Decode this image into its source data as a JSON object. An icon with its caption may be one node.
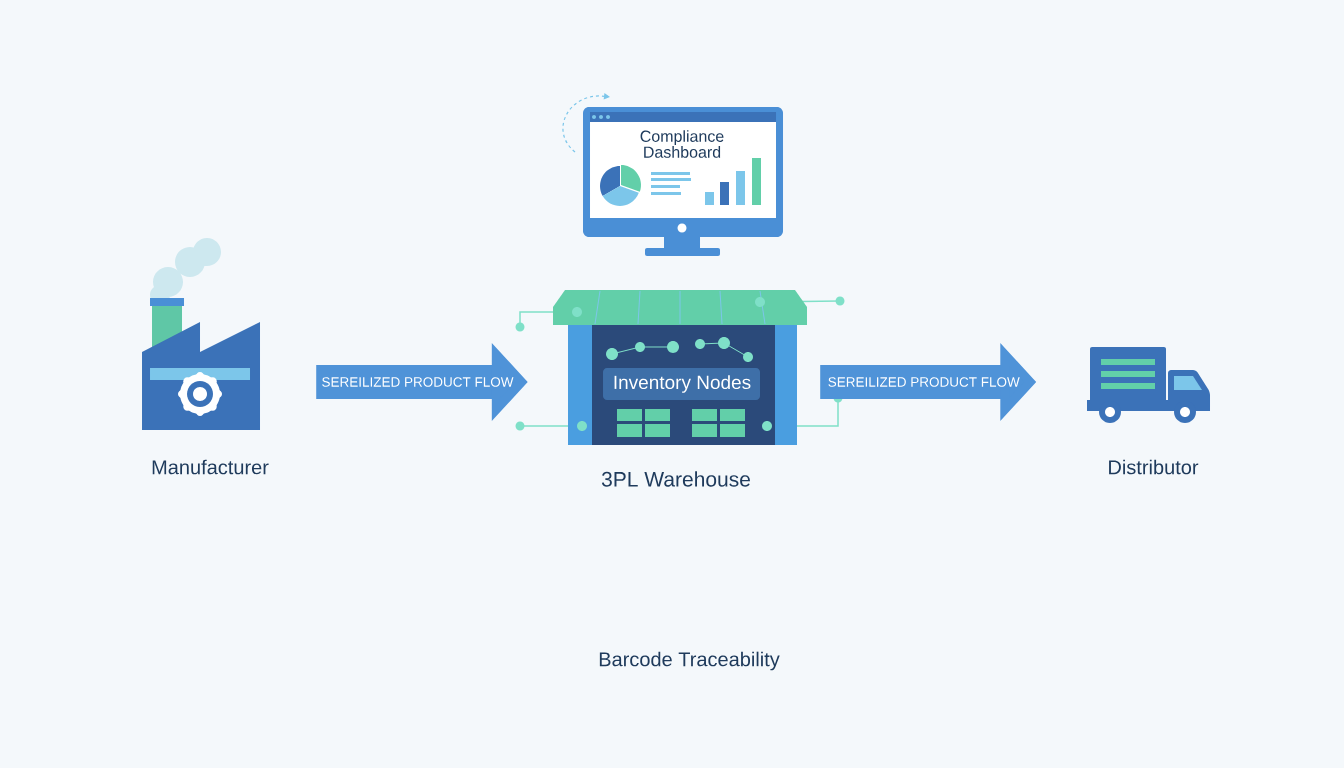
{
  "diagram": {
    "nodes": [
      {
        "text": [
          "Manufacturer"
        ]
      },
      {
        "text": [
          "Inventory Nodes",
          "3PL Warehouse"
        ]
      },
      {
        "text": [
          "Distributor"
        ]
      },
      {
        "text": [
          "Compliance Dashboard"
        ]
      }
    ],
    "edges": [
      {
        "from": 0,
        "to": 1,
        "arrow": "to",
        "label": "SEREILIZED PRODUCT FLOW"
      },
      {
        "from": 1,
        "to": 2,
        "arrow": "to",
        "label": "SEREILIZED PRODUCT FLOW"
      }
    ],
    "labels": [
      "Barcode Traceability"
    ]
  }
}
